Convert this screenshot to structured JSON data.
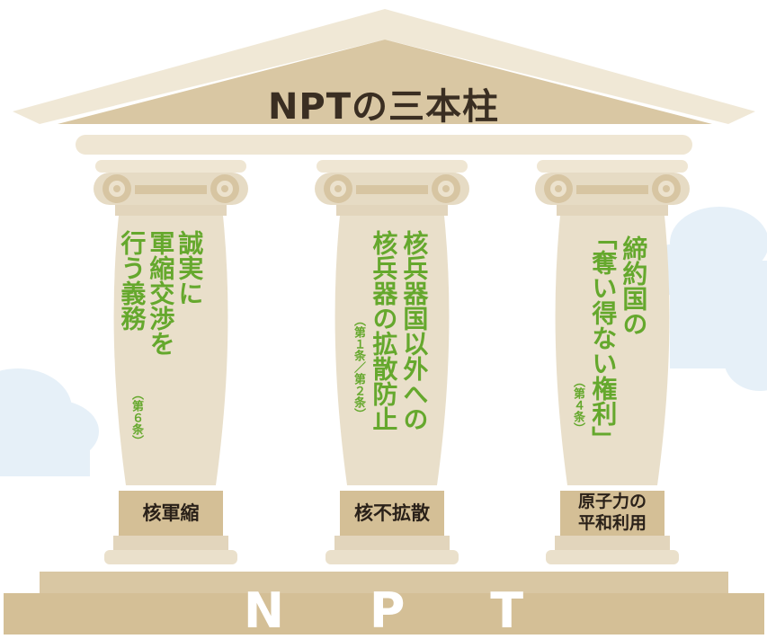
{
  "title": "NPTの三本柱",
  "base_label": "N P T",
  "pillars": [
    {
      "main_lines": [
        "誠実に",
        "軍縮交渉を",
        "行う義務"
      ],
      "note": "（第６条）",
      "plaque": "核軍縮"
    },
    {
      "main_lines": [
        "核兵器国以外への",
        "核兵器の拡散防止"
      ],
      "note": "（第１条／第２条）",
      "plaque": "核不拡散"
    },
    {
      "main_lines": [
        "締約国の",
        "「奪い得ない権利」"
      ],
      "note": "（第４条）",
      "plaque_line1": "原子力の",
      "plaque_line2": "平和利用"
    }
  ],
  "colors": {
    "stone": "#e2d5bc",
    "stone_light": "#efe6d3",
    "stone_dark": "#d4bf96",
    "green_text": "#65a82d",
    "cloud": "#e4eff8"
  }
}
